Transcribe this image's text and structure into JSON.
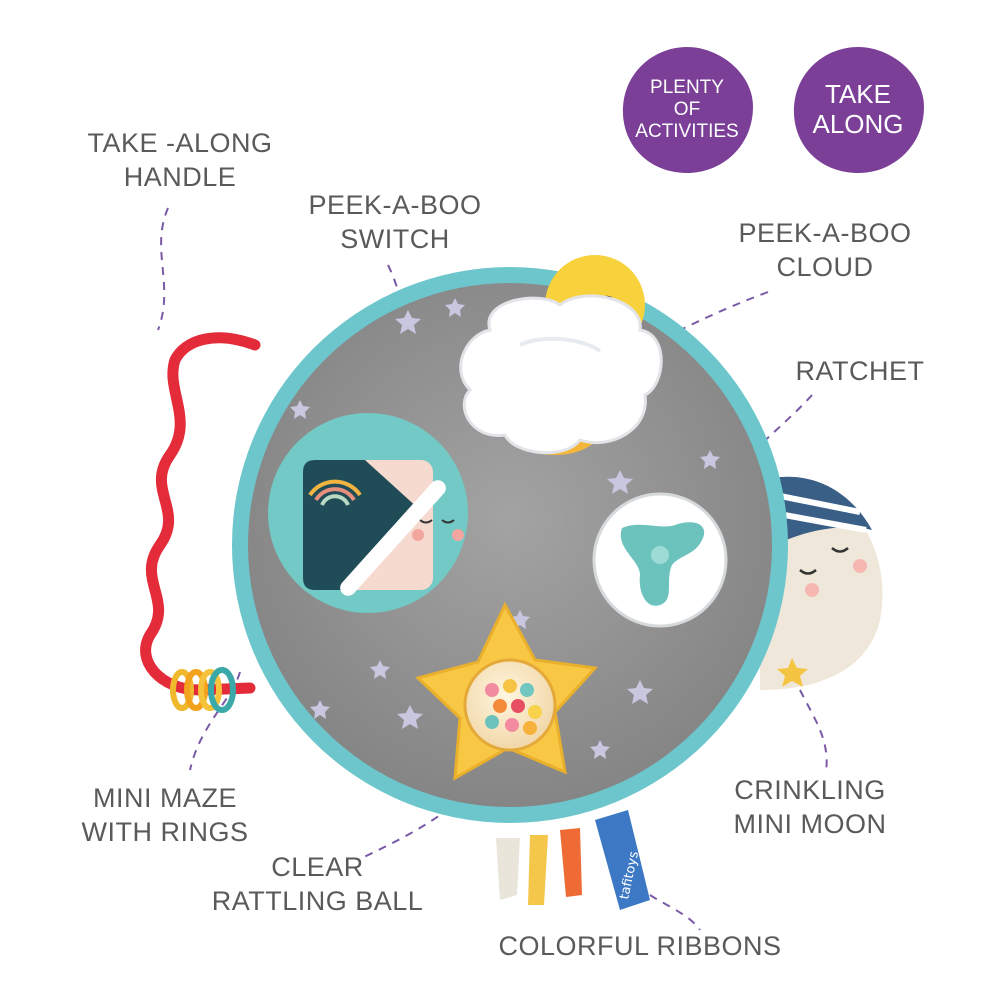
{
  "badges": {
    "activities": {
      "line1": "PLENTY",
      "line2": "OF",
      "line3": "ACTIVITIES"
    },
    "take_along": {
      "line1": "TAKE",
      "line2": "ALONG"
    }
  },
  "labels": {
    "handle": {
      "line1": "TAKE -ALONG",
      "line2": "HANDLE"
    },
    "switch": {
      "line1": "PEEK-A-BOO",
      "line2": "SWITCH"
    },
    "cloud": {
      "line1": "PEEK-A-BOO",
      "line2": "CLOUD"
    },
    "ratchet": {
      "line1": "RATCHET"
    },
    "maze": {
      "line1": "MINI MAZE",
      "line2": "WITH RINGS"
    },
    "ball": {
      "line1": "CLEAR",
      "line2": "RATTLING BALL"
    },
    "moon": {
      "line1": "CRINKLING",
      "line2": "MINI MOON"
    },
    "ribbons": {
      "line1": "COLORFUL RIBBONS"
    }
  },
  "brand": {
    "tag": "tafitoys"
  },
  "colors": {
    "badge": "#7b3f98",
    "label_text": "#5a5a5a",
    "rim": "#6cc6cc",
    "fabric": "#8f8f8f",
    "handle": "#e32b3a",
    "star": "#f8c845"
  }
}
